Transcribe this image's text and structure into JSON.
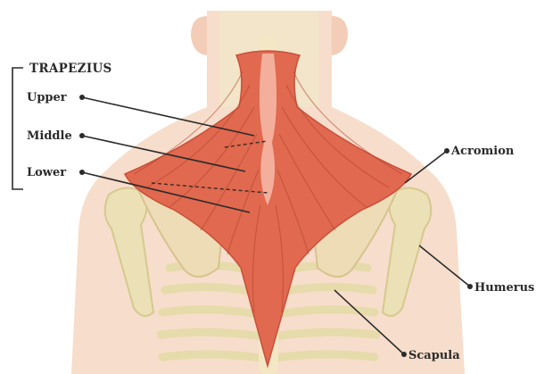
{
  "title": "TRAPEZIUS",
  "labels": {
    "upper": "Upper",
    "middle": "Middle",
    "lower": "Lower",
    "acromion": "Acromion",
    "humerus": "Humerus",
    "scapula": "Scapula"
  },
  "colors": {
    "skin": "#f7ddcb",
    "skin_shadow": "#efc5ac",
    "bone": "#ece1b6",
    "bone_edge": "#d6c98f",
    "neck_bone": "#f3e7c6",
    "muscle": "#e0694f",
    "muscle_dark": "#c9503a",
    "muscle_light": "#f3a591",
    "line": "#2b2b2b"
  }
}
